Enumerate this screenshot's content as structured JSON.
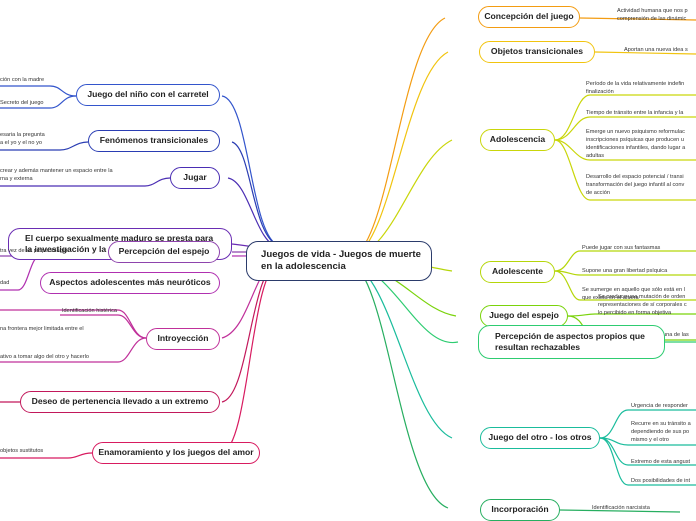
{
  "center": "Juegos de vida - Juegos de muerte en la adolescencia",
  "right": {
    "concepcion": {
      "title": "Concepción del juego",
      "leaves": [
        "Actividad humana que nos p",
        "comprensión de las dinámic"
      ]
    },
    "objetos": {
      "title": "Objetos transicionales",
      "leaves": [
        "Aportan una nueva idea s"
      ]
    },
    "adolescencia": {
      "title": "Adolescencia",
      "leaf1": [
        "Período de la vida relativamente indefin",
        "finalización"
      ],
      "leaf2": [
        "Tiempo de tránsito entre la infancia y la"
      ],
      "leaf3": [
        "Emerge un nuevo psiquismo reformulac",
        "inscripciones psíquicas que producen u",
        "identificaciones infantiles, dando lugar a",
        "adultas"
      ],
      "leaf4": [
        "Desarrollo del espacio potencial / transi",
        "transformación del juego infantil al conv",
        "de acción"
      ]
    },
    "adolescente": {
      "title": "Adolescente",
      "leaf1": [
        "Puede jugar con sus fantasmas"
      ],
      "leaf2": [
        "Supone una gran libertad psíquica"
      ],
      "leaf3": [
        "Se sumerge en aquello que sólo está en l",
        "que existe en el afuera"
      ]
    },
    "espejo": {
      "title": "Juego del espejo",
      "leaf1": [
        "Se produce una mutación de orden",
        "representaciones de sí corporales c",
        "lo percibido en forma objetiva"
      ],
      "leaf2": [
        "Este juego se vincula con una de las"
      ]
    },
    "percepcion": {
      "title": "Percepción de aspectos propios que resultan rechazables"
    },
    "otro": {
      "title": "Juego del otro - los otros",
      "leaf1": [
        "Urgencia de responder"
      ],
      "leaf2": [
        "Recurre en su tránsito a",
        "dependiendo de sus po",
        "mismo y el otro"
      ],
      "leaf3": [
        "Extremo de esta angust"
      ],
      "leaf4": [
        "Dos posibilidades de int"
      ]
    },
    "incorporacion": {
      "title": "Incorporación",
      "leaf1": [
        "Identificación narcisista"
      ]
    }
  },
  "left": {
    "nino": {
      "title": "Juego del niño con el carretel",
      "leaf1": [
        "ción con la madre"
      ],
      "leaf2": [
        "Secreto del juego"
      ]
    },
    "fenomenos": {
      "title": "Fenómenos transicionales",
      "leaf1": [
        "esaria la pregunta",
        "a el yo y el no yo"
      ]
    },
    "jugar": {
      "title": "Jugar",
      "leaf1": [
        "crear y además mantener un espacio entre la",
        "rna y externa"
      ]
    },
    "cuerpo": {
      "title": "El cuerpo sexualmente maduro se presta para la investigación y la experimentación"
    },
    "percepcion_espejo": {
      "title": "Percepción del espejo",
      "leaf1": [
        "tra vez de su propia imagen"
      ]
    },
    "aspectos": {
      "title": "Aspectos adolescentes más neuróticos",
      "leaf1": [
        "dad"
      ]
    },
    "introyeccion": {
      "title": "Introyección",
      "leaf1": [
        "Identificación histérica"
      ],
      "leaf2": [
        "na frontera mejor limitada entre el"
      ],
      "leaf3": [
        "ativo a tomar algo del otro y hacerlo"
      ]
    },
    "deseo": {
      "title": "Deseo de pertenencia llevado a un extremo"
    },
    "enamoramiento": {
      "title": "Enamoramiento y los juegos del amor",
      "leaf1": [
        "objetos sustitutos"
      ]
    }
  }
}
